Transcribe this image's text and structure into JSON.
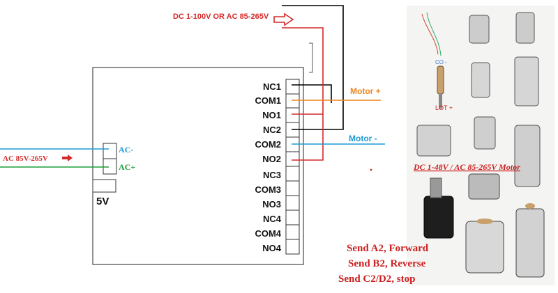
{
  "top_supply_label": "DC 1-100V OR AC 85-265V",
  "ac_input": {
    "label": "AC 85V-265V",
    "terminal_minus": "AC-",
    "terminal_plus": "AC+"
  },
  "power_label": "5V",
  "relay_terminals": [
    "NC1",
    "COM1",
    "NO1",
    "NC2",
    "COM2",
    "NO2",
    "NC3",
    "COM3",
    "NO3",
    "NC4",
    "COM4",
    "NO4"
  ],
  "motor_plus_label": "Motor +",
  "motor_minus_label": "Motor -",
  "photo": {
    "caption": "DC 1-48V / AC 85-265V Motor",
    "wire_minus": "CO -",
    "wire_plus": "LOT +"
  },
  "commands": [
    "Send A2, Forward",
    "Send B2, Reverse",
    "Send C2/D2, stop"
  ],
  "colors": {
    "red": "#d42a2a",
    "black": "#000000",
    "orange": "#ee8420",
    "blue": "#1f9ad6",
    "green": "#1e9e3a",
    "motor_text_red": "#cc2020"
  }
}
